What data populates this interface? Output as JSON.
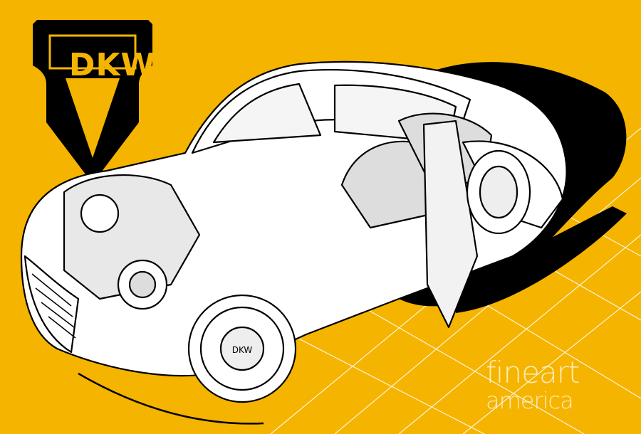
{
  "logo": {
    "text": "DKW"
  },
  "watermark": {
    "line1": "fineart",
    "line2": "america"
  },
  "hubcap": {
    "text": "DKW"
  },
  "colors": {
    "background": "#f5b400",
    "ink": "#000000",
    "paper": "#ffffff"
  },
  "subject": "car-cutaway-illustration"
}
